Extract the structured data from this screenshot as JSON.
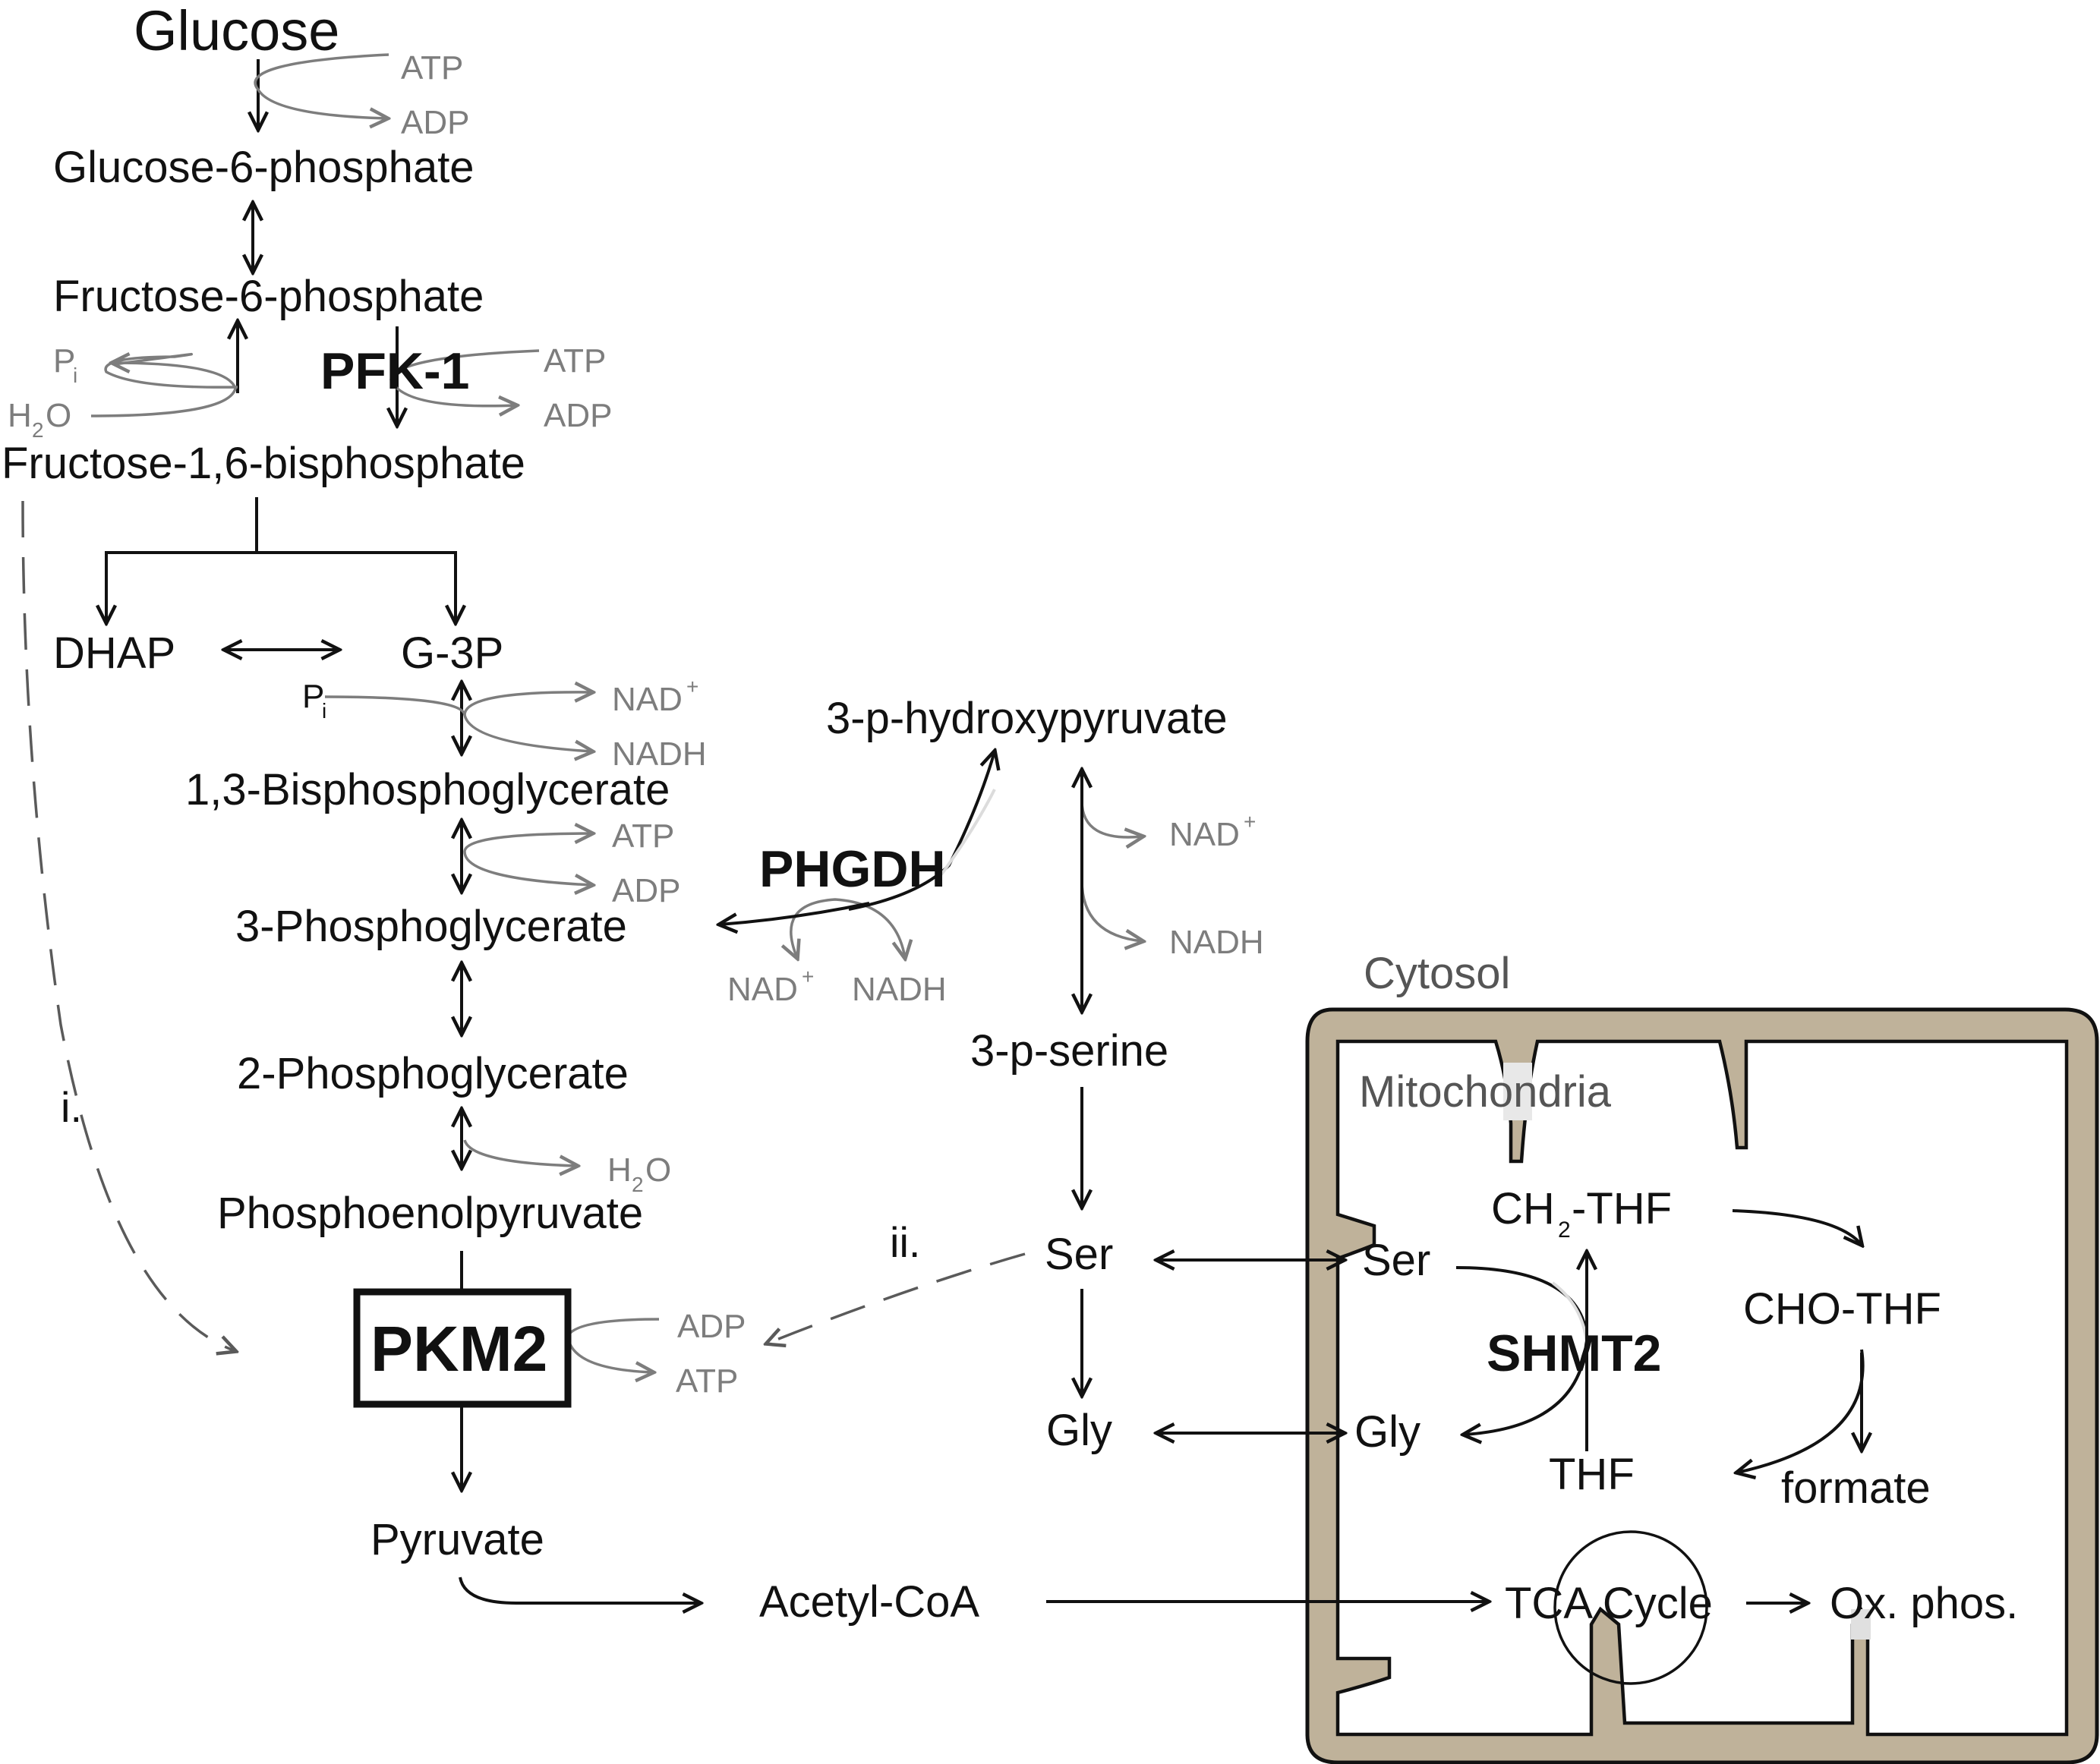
{
  "metabolites": {
    "glucose": "Glucose",
    "g6p": "Glucose-6-phosphate",
    "f6p": "Fructose-6-phosphate",
    "f16bp": "Fructose-1,6-bisphosphate",
    "dhap": "DHAP",
    "g3p": "G-3P",
    "bpg13": "1,3-Bisphosphoglycerate",
    "pg3": "3-Phosphoglycerate",
    "pg2": "2-Phosphoglycerate",
    "pep": "Phosphoenolpyruvate",
    "pyruvate": "Pyruvate",
    "acetyl_coa": "Acetyl-CoA",
    "hydroxypyruvate": "3-p-hydroxypyruvate",
    "pserine": "3-p-serine",
    "ser_cyto": "Ser",
    "gly_cyto": "Gly",
    "ser_mito": "Ser",
    "gly_mito": "Gly",
    "ch2thf_a": "CH",
    "ch2thf_sub": "2",
    "ch2thf_b": "-THF",
    "chothf": "CHO-THF",
    "thf": "THF",
    "formate": "formate",
    "tca": "TCA Cycle",
    "oxphos": "Ox. phos."
  },
  "enzymes": {
    "pfk1": "PFK-1",
    "phgdh": "PHGDH",
    "pkm2": "PKM2",
    "shmt2": "SHMT2"
  },
  "cofactors": {
    "atp": "ATP",
    "adp": "ADP",
    "nad": "NAD",
    "nad_sup": "+",
    "nadh": "NADH",
    "p": "P",
    "p_sub": "i",
    "h": "H",
    "h2o_sub": "2",
    "o": "O"
  },
  "compartments": {
    "cytosol": "Cytosol",
    "mitochondria": "Mitochondria"
  },
  "annotations": {
    "i": "i.",
    "ii": "ii."
  },
  "colors": {
    "mito_fill": "#bfb29a",
    "mito_stroke": "#111111",
    "primary_arrow": "#111111",
    "cofactor": "#7d7d7d"
  }
}
